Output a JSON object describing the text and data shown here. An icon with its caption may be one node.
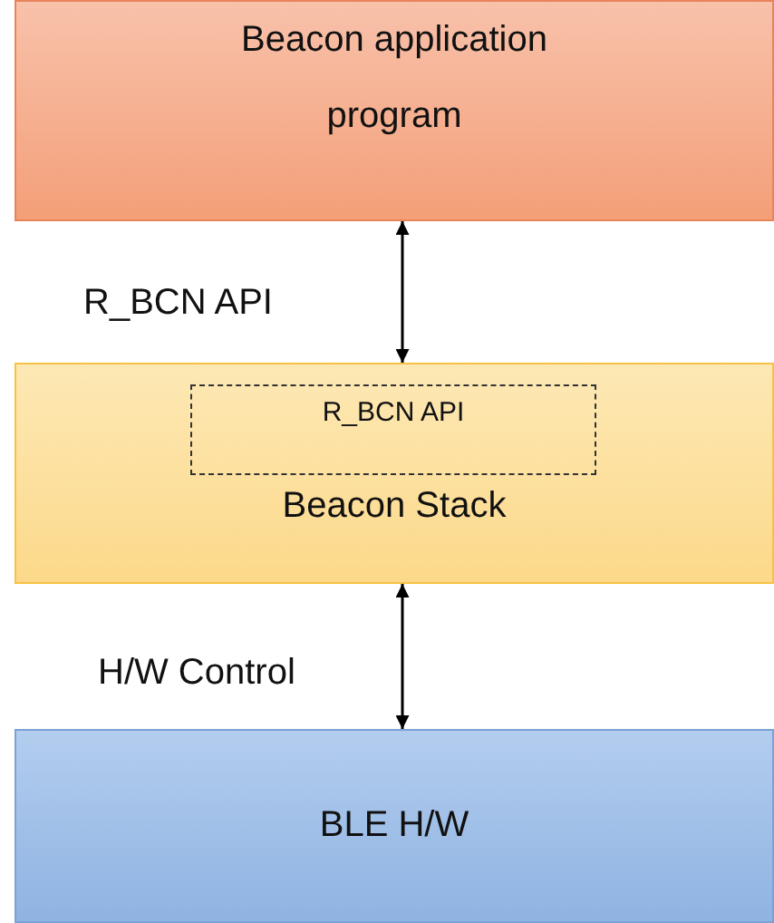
{
  "diagram": {
    "nodes": [
      {
        "text": [
          "Beacon application program"
        ]
      },
      {
        "text": [
          "Beacon Stack"
        ]
      },
      {
        "text": [
          "R_BCN API"
        ],
        "in": 1
      },
      {
        "text": [
          "BLE H/W"
        ]
      }
    ],
    "edges": [
      {
        "from": 0,
        "to": 1,
        "arrow": "both",
        "label": "R_BCN API"
      },
      {
        "from": 1,
        "to": 3,
        "arrow": "both",
        "label": "H/W Control"
      }
    ]
  }
}
